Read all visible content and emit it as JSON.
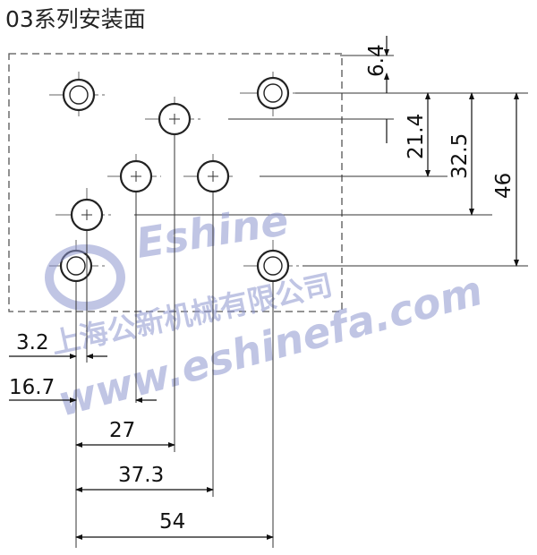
{
  "title": "03系列安装面",
  "vertical_dims": [
    "6.4",
    "21.4",
    "32.5",
    "46"
  ],
  "horizontal_dims": [
    "3.2",
    "16.7",
    "27",
    "37.3",
    "54"
  ],
  "watermark": {
    "brand": "Eshine",
    "company": "上海公新机械有限公司",
    "url": "www.eshinefa.com"
  }
}
